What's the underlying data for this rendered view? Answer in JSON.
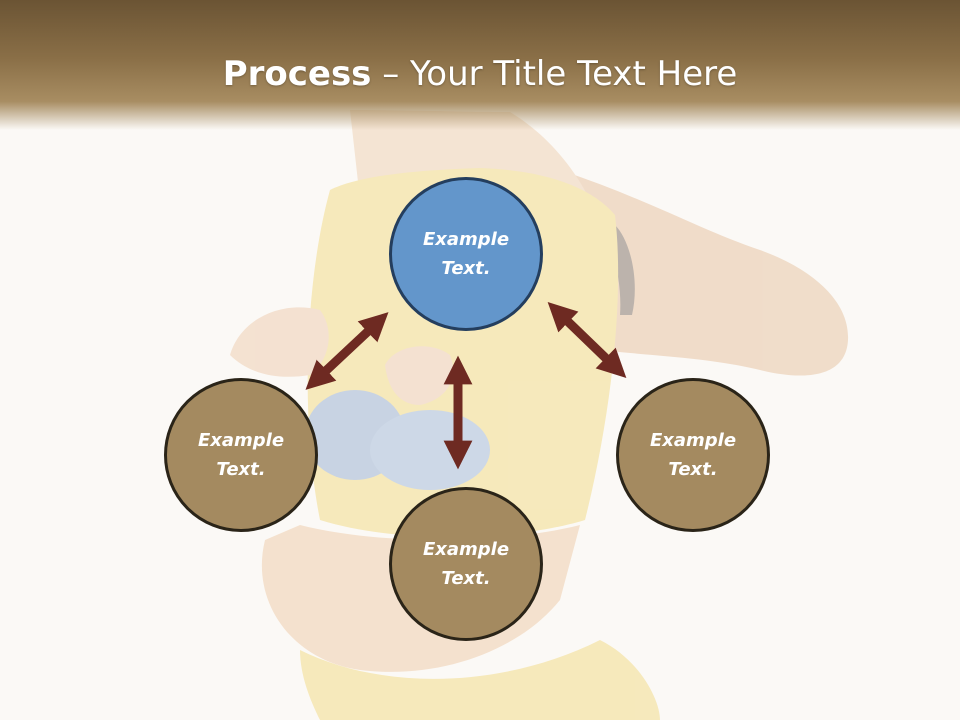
{
  "slide": {
    "title_bold": "Process",
    "title_rest": " – Your Title Text Here"
  },
  "nodes": {
    "top": "Example\nText.",
    "left": "Example\nText.",
    "bottom": "Example\nText.",
    "right": "Example\nText."
  },
  "colors": {
    "header_dark": "#6b5434",
    "header_light": "#a88d62",
    "node_gold": "#a48a60",
    "node_blue": "#6396cb",
    "arrow": "#6e2a22"
  }
}
